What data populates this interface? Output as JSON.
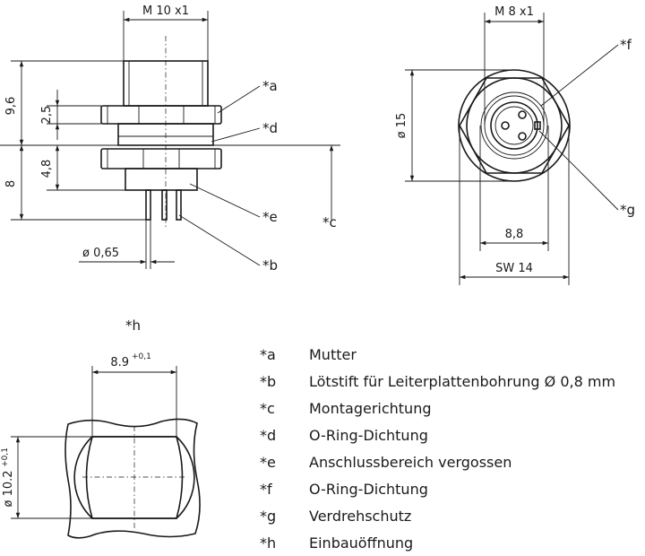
{
  "side_view": {
    "thread_label": "M 10 x1",
    "dim_total_upper": "9,6",
    "dim_nut": "2,5",
    "dim_total_lower": "8",
    "dim_lower": "4,8",
    "dim_pin": "ø 0,65",
    "callout_a": "*a",
    "callout_d": "*d",
    "callout_e": "*e",
    "callout_b": "*b",
    "callout_c": "*c"
  },
  "front_view": {
    "thread_label": "M 8 x1",
    "dim_diameter": "ø 15",
    "dim_inner": "8,8",
    "dim_wrench": "SW 14",
    "callout_f": "*f",
    "callout_g": "*g"
  },
  "cutout_view": {
    "callout_h": "*h",
    "dim_width": "8.9",
    "dim_width_tol": "+0,1",
    "dim_height": "ø 10.2",
    "dim_height_tol": "+0,1"
  },
  "legend": [
    {
      "key": "*a",
      "text": "Mutter"
    },
    {
      "key": "*b",
      "text": "Lötstift für Leiterplattenbohrung Ø 0,8 mm"
    },
    {
      "key": "*c",
      "text": "Montagerichtung"
    },
    {
      "key": "*d",
      "text": "O-Ring-Dichtung"
    },
    {
      "key": "*e",
      "text": "Anschlussbereich vergossen"
    },
    {
      "key": "*f",
      "text": "O-Ring-Dichtung"
    },
    {
      "key": "*g",
      "text": "Verdrehschutz"
    },
    {
      "key": "*h",
      "text": "Einbauöffnung"
    }
  ]
}
